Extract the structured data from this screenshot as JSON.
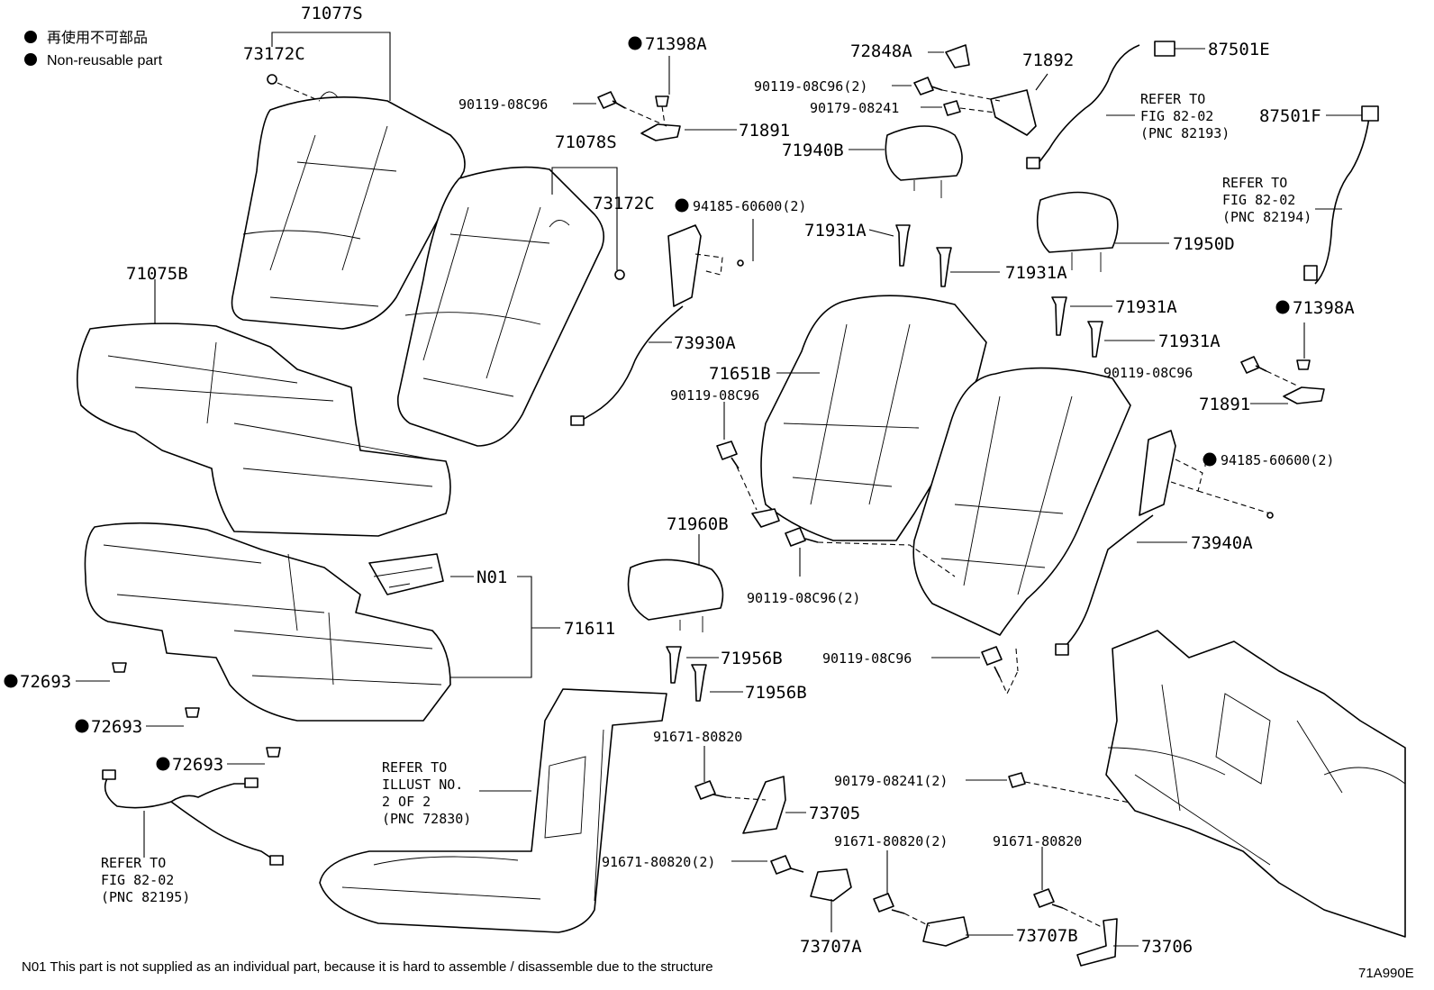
{
  "legend": {
    "line1": "再使用不可部品",
    "line2": "Non-reusable part"
  },
  "labels": {
    "l_71077S": "71077S",
    "l_73172C_a": "73172C",
    "l_71075B": "71075B",
    "l_71078S": "71078S",
    "l_73172C_b": "73172C",
    "l_71398A_a": "71398A",
    "l_90119_a": "90119-08C96",
    "l_71891_a": "71891",
    "l_94185_a": "94185-60600(2)",
    "l_73930A": "73930A",
    "l_72848A": "72848A",
    "l_90119_b": "90119-08C96(2)",
    "l_90179_a": "90179-08241",
    "l_71892": "71892",
    "l_71940B": "71940B",
    "l_87501E": "87501E",
    "l_refer_82193_1": "REFER TO",
    "l_refer_82193_2": "FIG 82-02",
    "l_refer_82193_3": "(PNC 82193)",
    "l_87501F": "87501F",
    "l_refer_82194_1": "REFER TO",
    "l_refer_82194_2": "FIG 82-02",
    "l_refer_82194_3": "(PNC 82194)",
    "l_71950D": "71950D",
    "l_71931A_a": "71931A",
    "l_71931A_b": "71931A",
    "l_71931A_c": "71931A",
    "l_71931A_d": "71931A",
    "l_71398A_b": "71398A",
    "l_90119_c": "90119-08C96",
    "l_71891_b": "71891",
    "l_71651B": "71651B",
    "l_90119_d": "90119-08C96",
    "l_94185_b": "94185-60600(2)",
    "l_73940A": "73940A",
    "l_71960B": "71960B",
    "l_N01": "N01",
    "l_71611": "71611",
    "l_90119_e": "90119-08C96(2)",
    "l_90119_f": "90119-08C96",
    "l_71956B_a": "71956B",
    "l_71956B_b": "71956B",
    "l_72693_a": "72693",
    "l_72693_b": "72693",
    "l_72693_c": "72693",
    "l_91671_a": "91671-80820",
    "l_73705": "73705",
    "l_90179_b": "90179-08241(2)",
    "l_91671_b": "91671-80820(2)",
    "l_91671_c": "91671-80820",
    "l_91671_d": "91671-80820(2)",
    "l_73707A": "73707A",
    "l_73707B": "73707B",
    "l_73706": "73706",
    "l_refer_72830_1": "REFER TO",
    "l_refer_72830_2": "ILLUST NO.",
    "l_refer_72830_3": "2 OF 2",
    "l_refer_72830_4": "(PNC 72830)",
    "l_refer_82195_1": "REFER TO",
    "l_refer_82195_2": "FIG 82-02",
    "l_refer_82195_3": "(PNC 82195)"
  },
  "footnote": "N01 This part is not supplied as an individual part, because it is hard to assemble / disassemble due to the structure",
  "figure_code": "71A990E"
}
